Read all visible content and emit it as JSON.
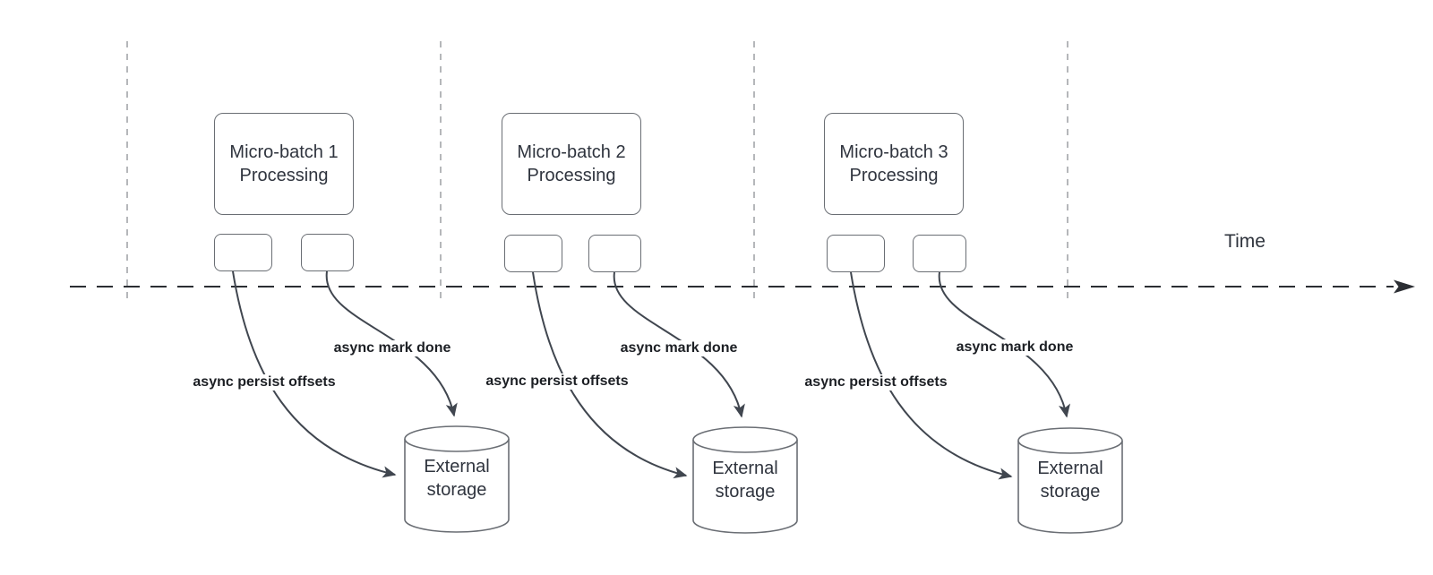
{
  "diagram": {
    "time_label": "Time",
    "colors": {
      "shape_stroke": "#6a6e74",
      "arrow_stroke": "#40464f",
      "timeline_stroke": "#2b2e33",
      "gridline_stroke": "#b5b7ba",
      "node_text": "#2f343e",
      "edge_label_text": "#1c1f24"
    },
    "batches": [
      {
        "title_line1": "Micro-batch 1",
        "title_line2": "Processing",
        "persist_label": "async persist offsets",
        "done_label": "async mark done",
        "storage_line1": "External",
        "storage_line2": "storage"
      },
      {
        "title_line1": "Micro-batch 2",
        "title_line2": "Processing",
        "persist_label": "async persist offsets",
        "done_label": "async mark done",
        "storage_line1": "External",
        "storage_line2": "storage"
      },
      {
        "title_line1": "Micro-batch 3",
        "title_line2": "Processing",
        "persist_label": "async persist offsets",
        "done_label": "async mark done",
        "storage_line1": "External",
        "storage_line2": "storage"
      }
    ]
  }
}
